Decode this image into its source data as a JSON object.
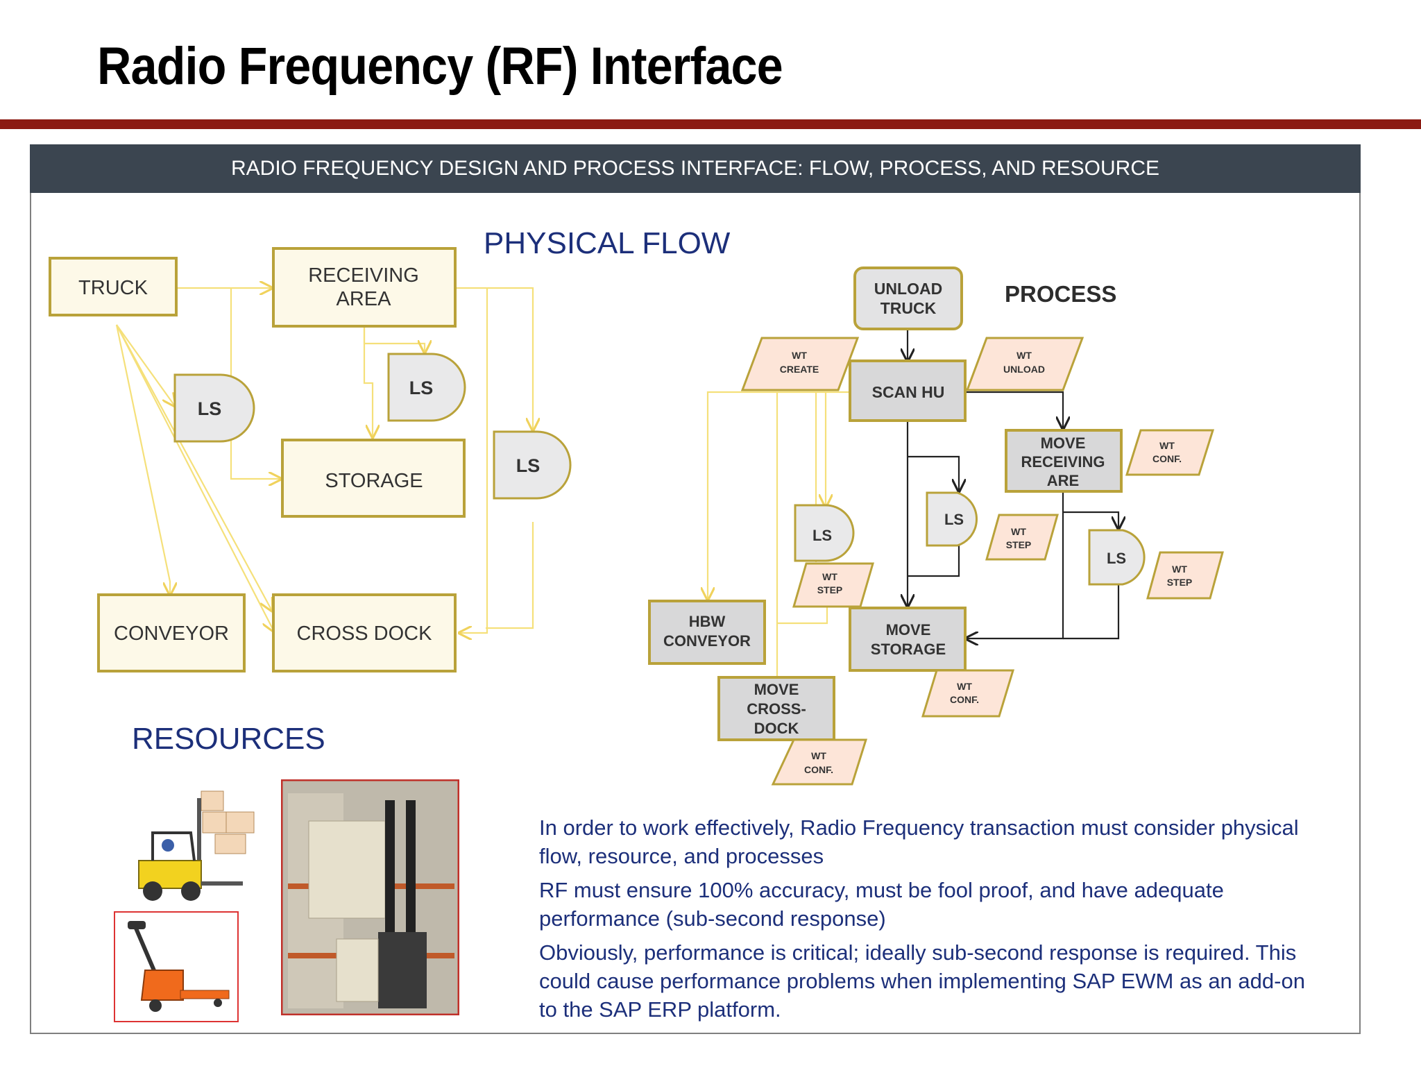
{
  "slide": {
    "title": "Radio Frequency (RF) Interface",
    "header": "RADIO FREQUENCY DESIGN AND PROCESS INTERFACE: FLOW, PROCESS, AND RESOURCE"
  },
  "sections": {
    "physical_flow": "PHYSICAL FLOW",
    "process": "PROCESS",
    "resources": "RESOURCES"
  },
  "physical_flow": {
    "truck": "TRUCK",
    "receiving_1": "RECEIVING",
    "receiving_2": "AREA",
    "storage": "STORAGE",
    "conveyor": "CONVEYOR",
    "cross_dock": "CROSS DOCK",
    "ls": "LS"
  },
  "process_flow": {
    "unload_1": "UNLOAD",
    "unload_2": "TRUCK",
    "scan_hu": "SCAN HU",
    "move_recv_1": "MOVE",
    "move_recv_2": "RECEIVING",
    "move_recv_3": "ARE",
    "hbw_1": "HBW",
    "hbw_2": "CONVEYOR",
    "move_storage_1": "MOVE",
    "move_storage_2": "STORAGE",
    "move_cd_1": "MOVE",
    "move_cd_2": "CROSS-",
    "move_cd_3": "DOCK",
    "ls": "LS",
    "wt": "WT",
    "create": "CREATE",
    "unload": "UNLOAD",
    "conf": "CONF.",
    "step": "STEP"
  },
  "notes": [
    "In order to work effectively, Radio Frequency transaction must consider physical flow, resource, and processes",
    "RF must ensure 100% accuracy, must be fool proof, and have adequate performance (sub-second response)",
    "Obviously, performance is critical; ideally sub-second response is required. This could cause performance problems when implementing SAP EWM as an add-on to the SAP ERP platform."
  ],
  "colors": {
    "accent_rule": "#8b1a12",
    "header_bg": "#3b4550",
    "section_text": "#1c2f7a",
    "flow_line": "#f5e07a",
    "box_border": "#b9a23a"
  }
}
